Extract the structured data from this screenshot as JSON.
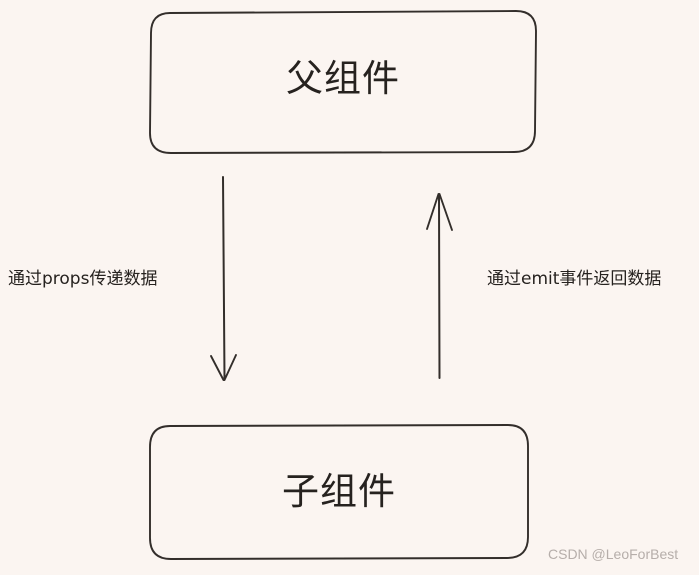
{
  "canvas": {
    "background_color": "#fbf5f1",
    "stroke_color": "#332e2b",
    "text_color": "#26221f"
  },
  "nodes": [
    {
      "id": "parent-component",
      "label": "父组件",
      "shape": "rounded-rectangle"
    },
    {
      "id": "child-component",
      "label": "子组件",
      "shape": "rounded-rectangle"
    }
  ],
  "edges": [
    {
      "id": "props-edge",
      "label": "通过props传递数据",
      "direction": "down",
      "from": "parent-component",
      "to": "child-component"
    },
    {
      "id": "emit-edge",
      "label": "通过emit事件返回数据",
      "direction": "up",
      "from": "child-component",
      "to": "parent-component"
    }
  ],
  "watermark": {
    "text": "CSDN @LeoForBest",
    "color": "#b6aeaa"
  }
}
